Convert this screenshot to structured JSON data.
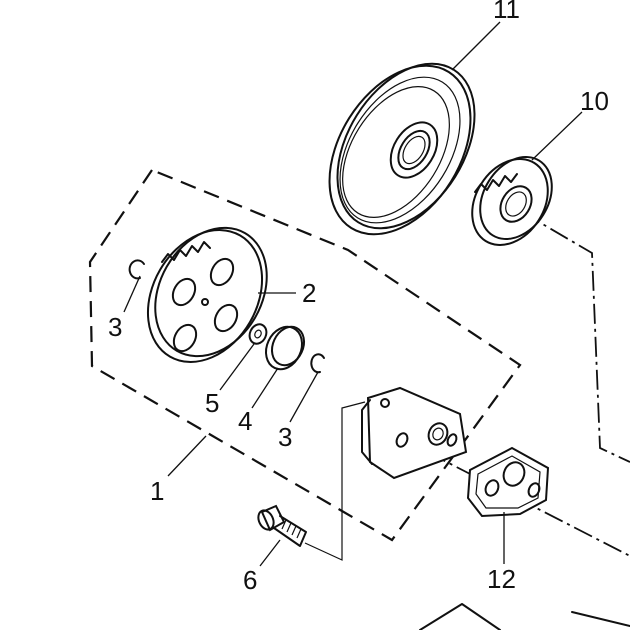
{
  "diagram": {
    "parts": [
      {
        "id": "p11",
        "label": "11",
        "name": "pulley"
      },
      {
        "id": "p10",
        "label": "10",
        "name": "drive-gear"
      },
      {
        "id": "p2",
        "label": "2",
        "name": "oil-pump-gear"
      },
      {
        "id": "p3a",
        "label": "3",
        "name": "circlip-left"
      },
      {
        "id": "p5",
        "label": "5",
        "name": "washer"
      },
      {
        "id": "p4",
        "label": "4",
        "name": "bushing"
      },
      {
        "id": "p3b",
        "label": "3",
        "name": "circlip-right"
      },
      {
        "id": "p1",
        "label": "1",
        "name": "oil-pump-assembly"
      },
      {
        "id": "p6",
        "label": "6",
        "name": "bolt"
      },
      {
        "id": "p12",
        "label": "12",
        "name": "gasket"
      }
    ]
  }
}
